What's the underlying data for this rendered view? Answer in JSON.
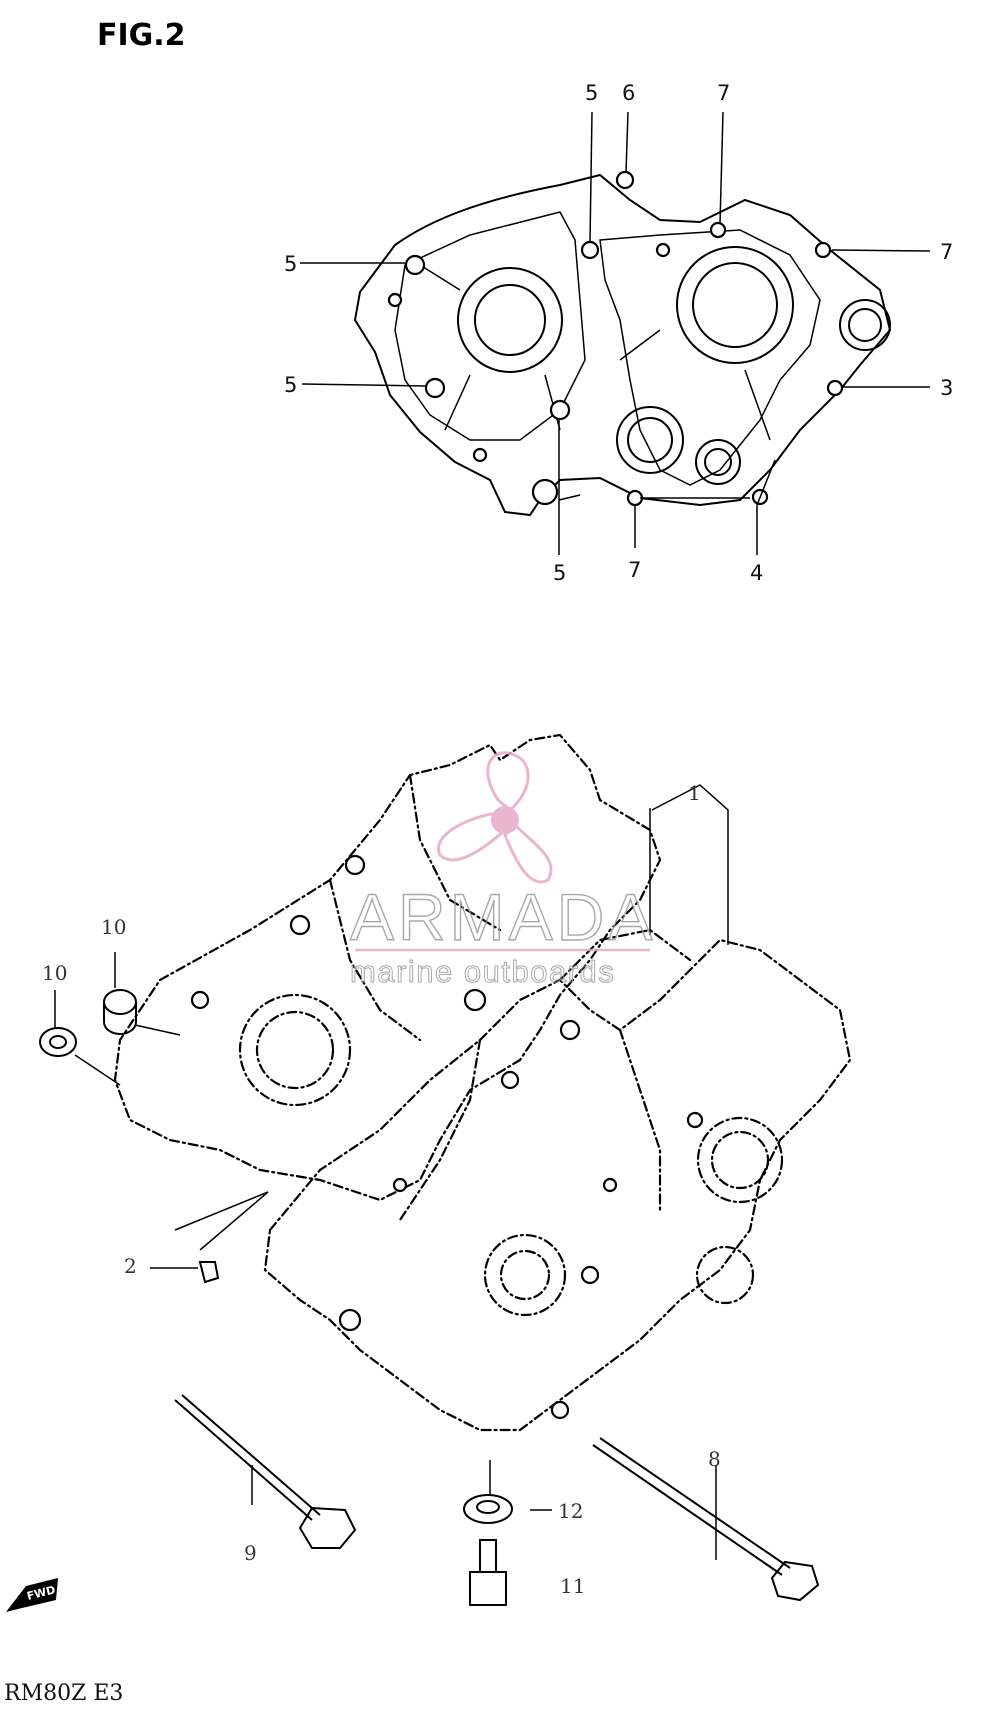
{
  "figure": {
    "title": "FIG.2",
    "code": "RM80Z E3"
  },
  "watermark": {
    "brand": "ARMADA",
    "tagline": "marine outboards",
    "color": "#e8a9c8"
  },
  "callouts_top": {
    "c5a": "5",
    "c6": "6",
    "c7a": "7",
    "c5b": "5",
    "c7b": "7",
    "c5c": "5",
    "c3": "3",
    "c5d": "5",
    "c7c": "7",
    "c4": "4"
  },
  "callouts_bottom": {
    "c1": "1",
    "c10a": "10",
    "c10b": "10",
    "c2": "2",
    "c8": "8",
    "c9": "9",
    "c12": "12",
    "c11": "11"
  },
  "fwd_icon": "fwd-arrow-icon",
  "fwd_text": "FWD"
}
